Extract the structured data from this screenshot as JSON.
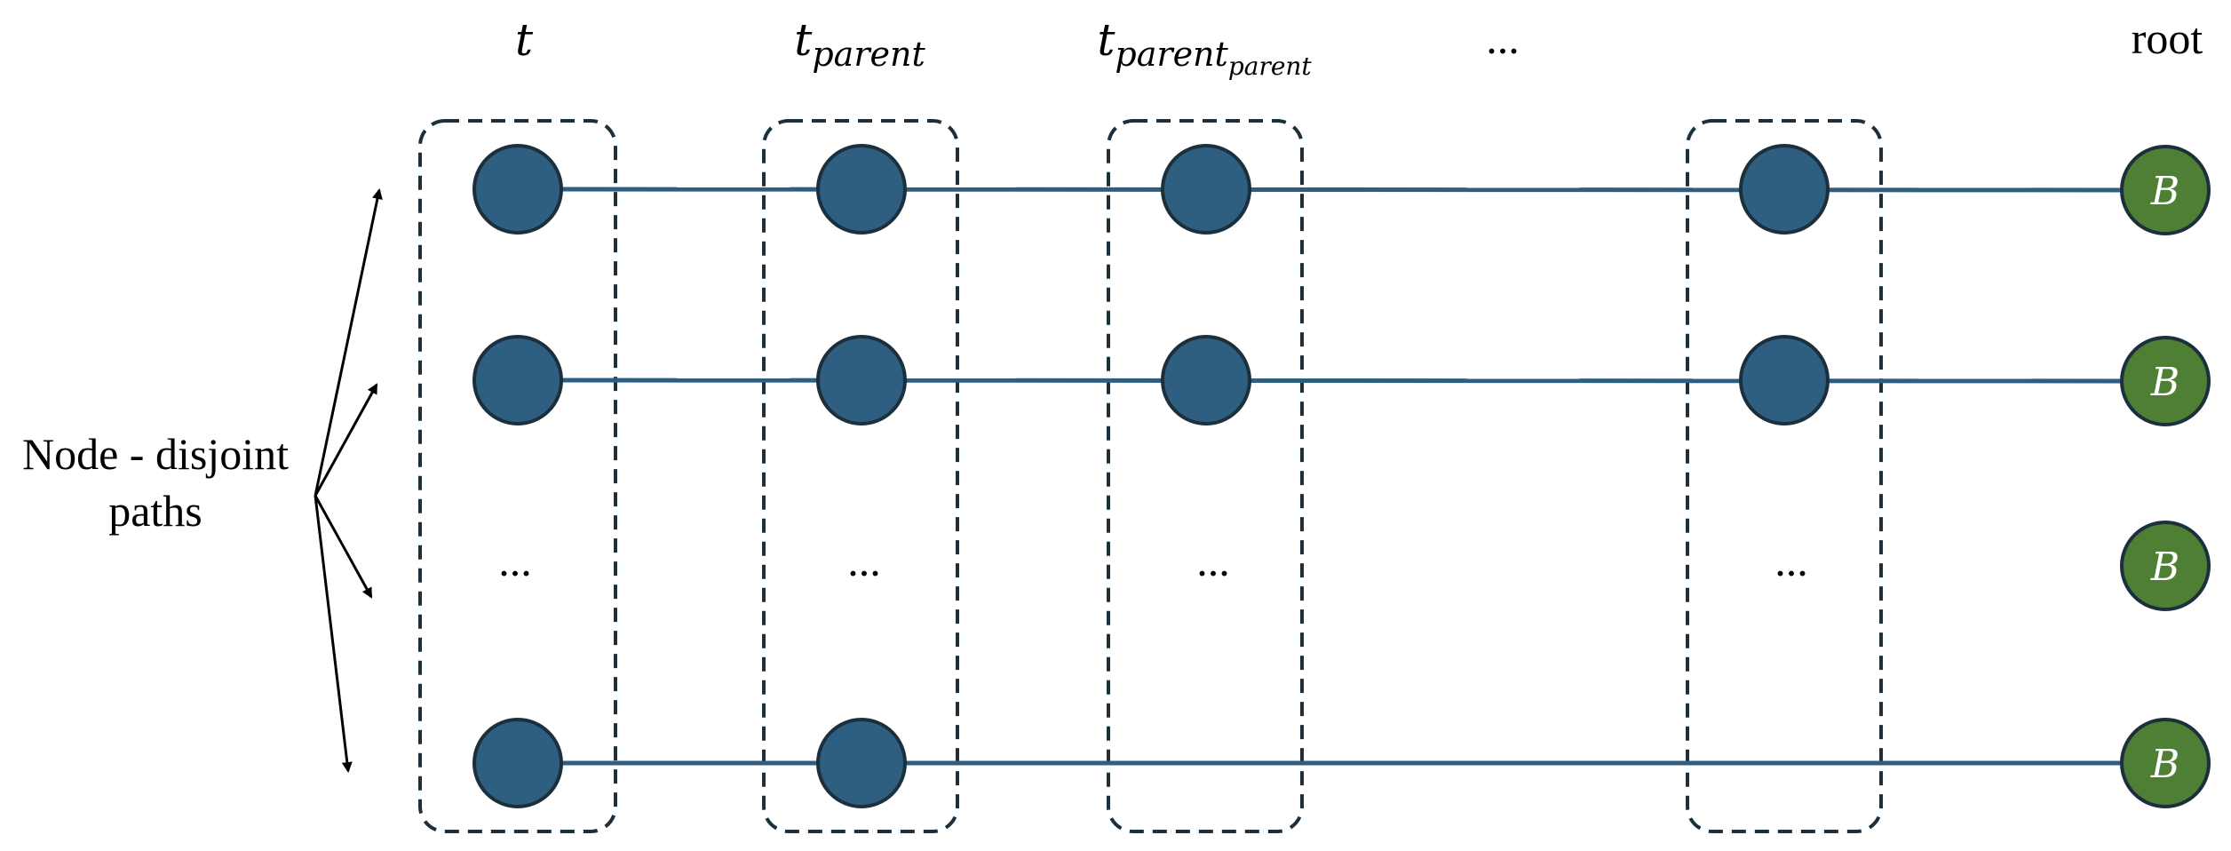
{
  "columns": {
    "t": {
      "base": "t",
      "sub": "",
      "subsub": ""
    },
    "t_parent": {
      "base": "t",
      "sub": "parent",
      "subsub": ""
    },
    "t_parent_parent": {
      "base": "t",
      "sub": "parent",
      "subsub": "parent"
    },
    "ellipsis": "...",
    "root": "root"
  },
  "side_label": {
    "line1": "Node - disjoint",
    "line2": "paths"
  },
  "row_ellipsis": "...",
  "root_node_letter": "B",
  "colors": {
    "path_node_fill": "#2e5f80",
    "path_node_stroke": "#1c2f3c",
    "root_node_fill": "#4f7f35",
    "root_node_stroke": "#1c2f3c",
    "edge": "#2e5f80",
    "group_box": "#1c2f3c"
  }
}
